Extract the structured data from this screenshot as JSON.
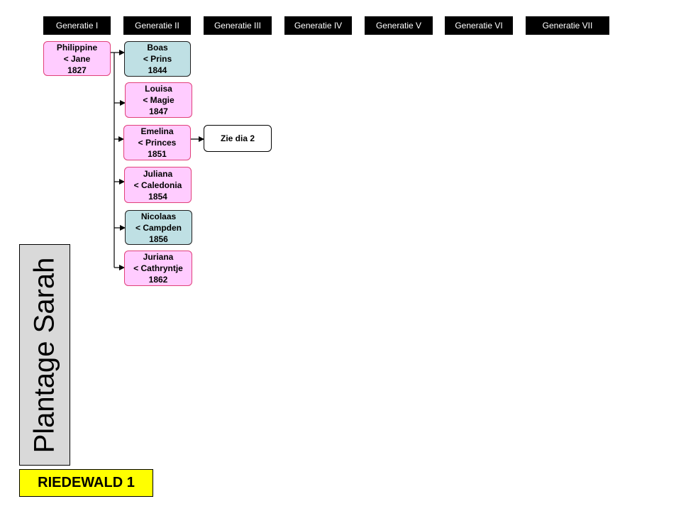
{
  "generations": [
    "Generatie  I",
    "Generatie  II",
    "Generatie  III",
    "Generatie  IV",
    "Generatie  V",
    "Generatie  VI",
    "Generatie  VII"
  ],
  "root": {
    "name": "Philippine",
    "mother": "< Jane",
    "year": "1827",
    "sex": "female"
  },
  "children": [
    {
      "name": "Boas",
      "mother": "< Prins",
      "year": "1844",
      "sex": "male"
    },
    {
      "name": "Louisa",
      "mother": "< Magie",
      "year": "1847",
      "sex": "female"
    },
    {
      "name": "Emelina",
      "mother": "< Princes",
      "year": "1851",
      "sex": "female"
    },
    {
      "name": "Juliana",
      "mother": "< Caledonia",
      "year": "1854",
      "sex": "female"
    },
    {
      "name": "Nicolaas",
      "mother": "< Campden",
      "year": "1856",
      "sex": "male"
    },
    {
      "name": "Juriana",
      "mother": "< Cathryntje",
      "year": "1862",
      "sex": "female"
    }
  ],
  "reference": {
    "label": "Zie dia 2"
  },
  "sidebar": {
    "title": "Plantage Sarah"
  },
  "badge": {
    "label": "RIEDEWALD 1"
  },
  "colors": {
    "female_fill": "#ffccff",
    "female_border": "#e0407a",
    "male_fill": "#bfe0e4",
    "header_bg": "#000000",
    "badge_bg": "#ffff00",
    "sidebar_bg": "#d9d9d9"
  }
}
